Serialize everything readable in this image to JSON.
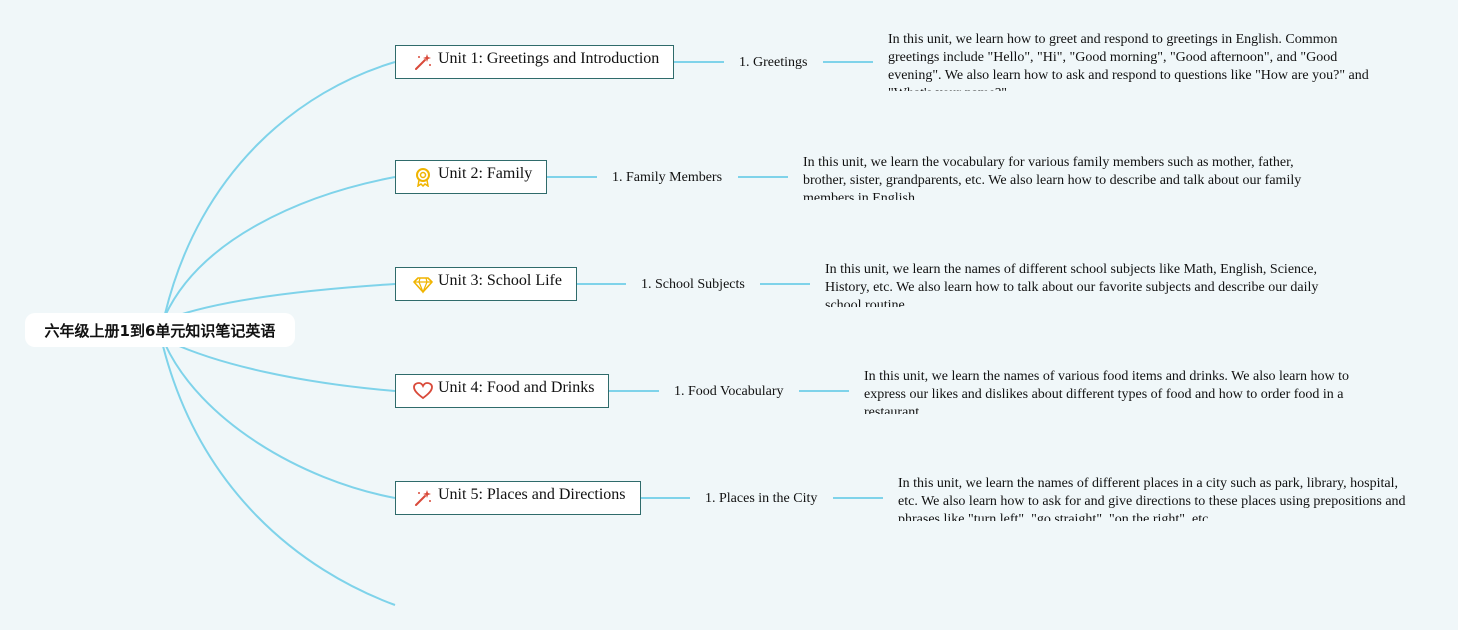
{
  "root": {
    "title": "六年级上册1到6单元知识笔记英语"
  },
  "units": [
    {
      "title": "Unit 1: Greetings and Introduction",
      "icon": "magic-wand-icon",
      "topic": "1. Greetings",
      "description": "In this unit, we learn how to greet and respond to greetings in English. Common greetings include \"Hello\", \"Hi\", \"Good morning\", \"Good afternoon\", and \"Good evening\". We also learn how to ask and respond to questions like \"How are you?\" and \"What's your name?\"."
    },
    {
      "title": "Unit 2: Family",
      "icon": "medal-icon",
      "topic": "1. Family Members",
      "description": "In this unit, we learn the vocabulary for various family members such as mother, father, brother, sister, grandparents, etc. We also learn how to describe and talk about our family members in English."
    },
    {
      "title": "Unit 3: School Life",
      "icon": "diamond-icon",
      "topic": "1. School Subjects",
      "description": "In this unit, we learn the names of different school subjects like Math, English, Science, History, etc. We also learn how to talk about our favorite subjects and describe our daily school routine."
    },
    {
      "title": "Unit 4: Food and Drinks",
      "icon": "heart-icon",
      "topic": "1. Food Vocabulary",
      "description": "In this unit, we learn the names of various food items and drinks. We also learn how to express our likes and dislikes about different types of food and how to order food in a restaurant."
    },
    {
      "title": "Unit 5: Places and Directions",
      "icon": "magic-wand-icon",
      "topic": "1. Places in the City",
      "description": "In this unit, we learn the names of different places in a city such as park, library, hospital, etc. We also learn how to ask for and give directions to these places using prepositions and phrases like \"turn left\", \"go straight\", \"on the right\", etc."
    }
  ],
  "colors": {
    "link": "#7fd3ea",
    "node_border": "#2f6b6b",
    "background": "#f0f7f9",
    "wand": "#d94a3a",
    "medal": "#f0b400",
    "diamond": "#f0b400",
    "heart": "#d94a3a"
  }
}
